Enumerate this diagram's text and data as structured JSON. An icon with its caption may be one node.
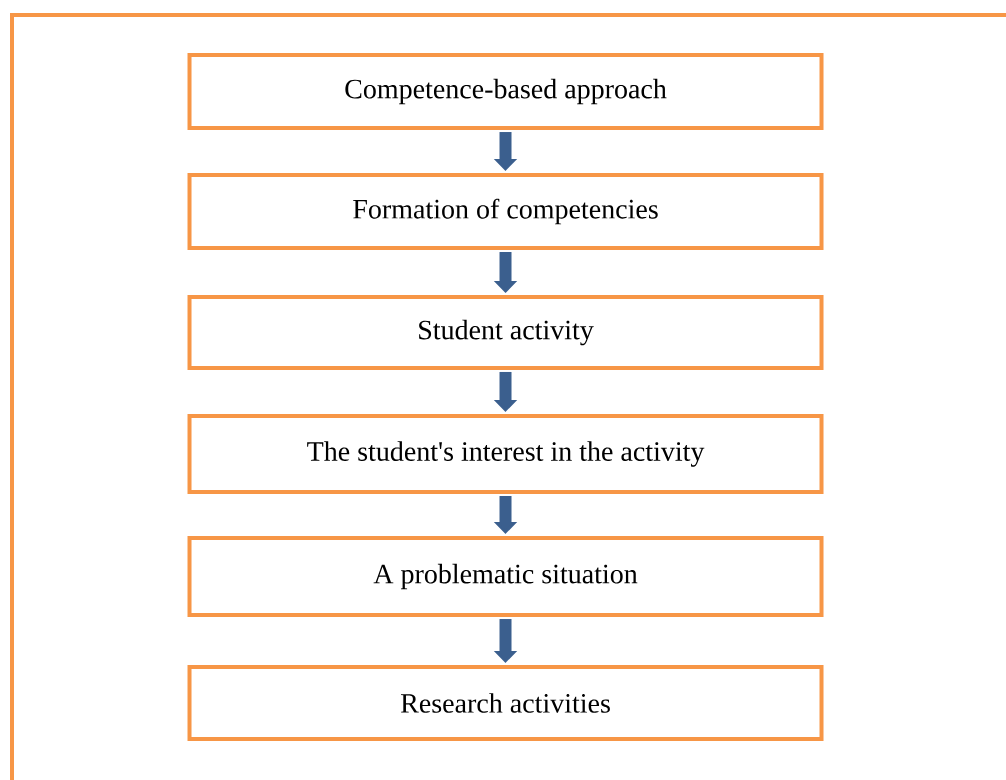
{
  "diagram": {
    "nodes": [
      {
        "text": [
          "Competence-based approach"
        ]
      },
      {
        "text": [
          "Formation of competencies"
        ]
      },
      {
        "text": [
          "Student activity"
        ]
      },
      {
        "text": [
          "The student's interest in the activity"
        ]
      },
      {
        "text": [
          "A problematic situation"
        ]
      },
      {
        "text": [
          "Research activities"
        ]
      }
    ],
    "edges": [
      {
        "from": 0,
        "to": 1,
        "arrow": "to"
      },
      {
        "from": 1,
        "to": 2,
        "arrow": "to"
      },
      {
        "from": 2,
        "to": 3,
        "arrow": "to"
      },
      {
        "from": 3,
        "to": 4,
        "arrow": "to"
      },
      {
        "from": 4,
        "to": 5,
        "arrow": "to"
      }
    ]
  }
}
